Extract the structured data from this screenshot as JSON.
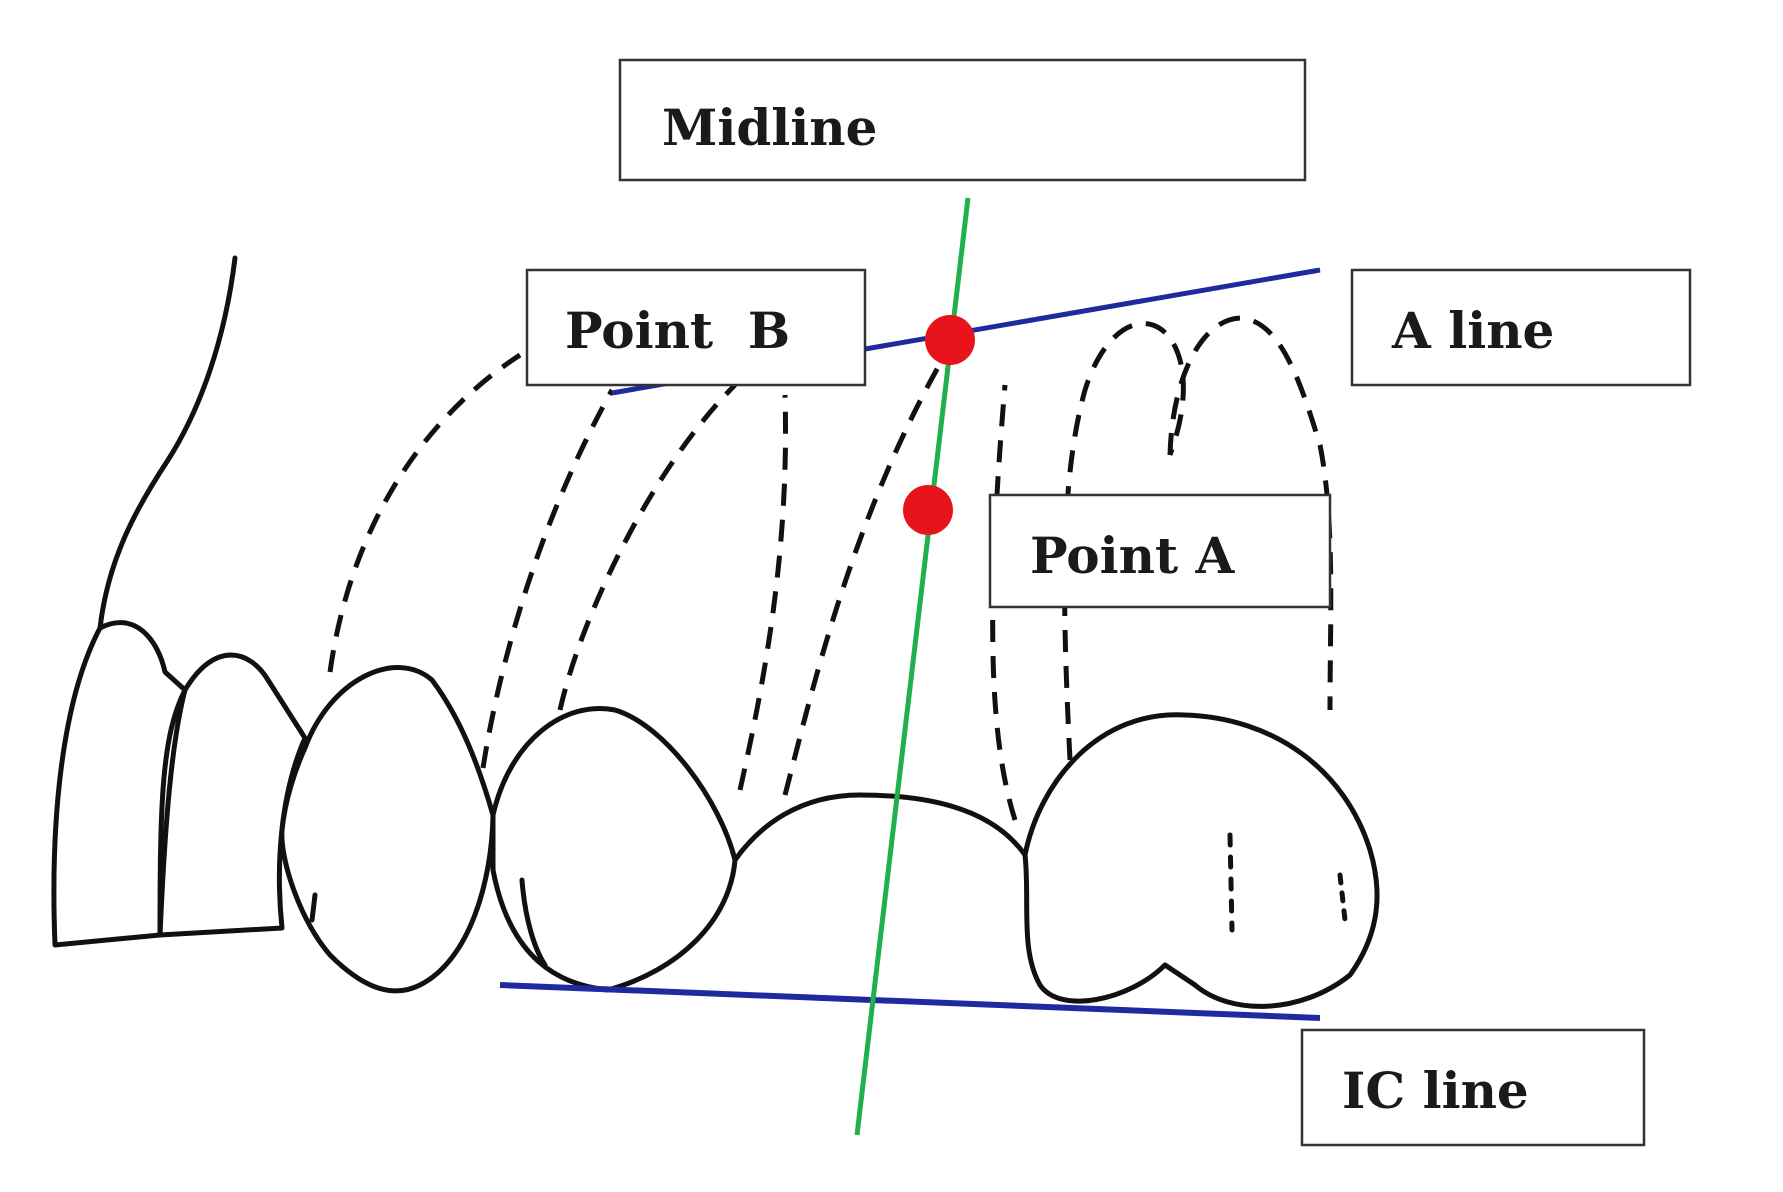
{
  "diagram": {
    "labels": {
      "midline": "Midline",
      "point_b": "Point  B",
      "a_line": "A line",
      "point_a": "Point A",
      "ic_line": "IC line"
    },
    "colors": {
      "reference_lines": "#1f2a9e",
      "midline": "#21b04b",
      "points": "#e8141c",
      "outline": "#111111"
    }
  }
}
